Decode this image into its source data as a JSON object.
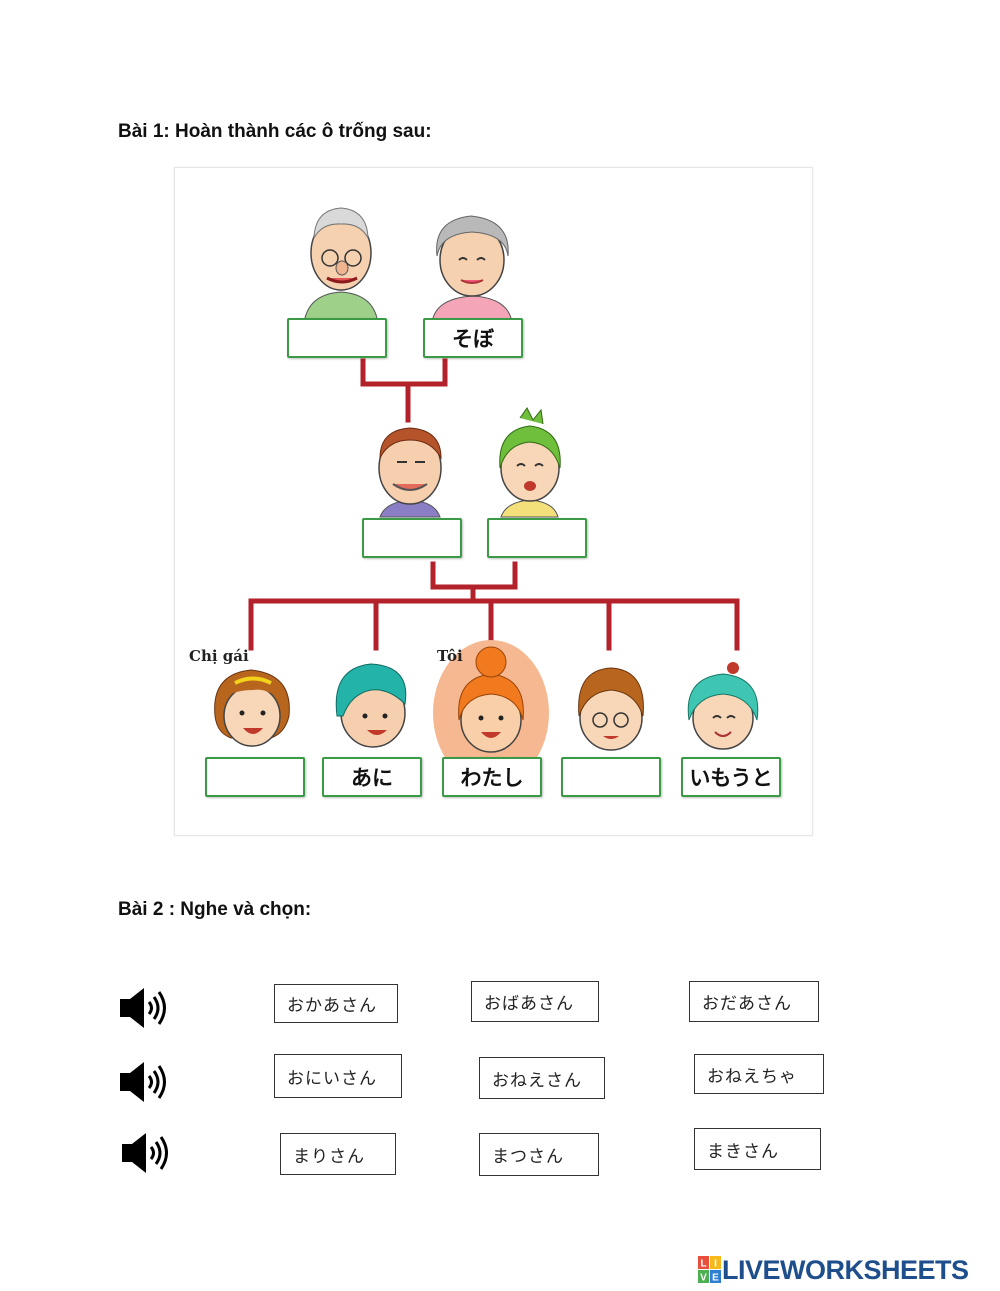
{
  "exercise1": {
    "title": "Bài 1: Hoàn thành các ô trống sau:",
    "labels": {
      "sister": "Chị gái",
      "me": "Tôi"
    },
    "boxes": {
      "grandfather": "",
      "grandmother": "そぼ",
      "father": "",
      "mother": "",
      "older_sister": "",
      "older_brother": "あに",
      "me": "わたし",
      "younger_brother": "",
      "younger_sister": "いもうと"
    },
    "colors": {
      "tree_line": "#b3212a",
      "box_border": "#3a9a45",
      "highlight": "#f5b890"
    }
  },
  "exercise2": {
    "title": "Bài 2 : Nghe và chọn:",
    "rows": [
      {
        "audio_icon": "speaker-icon",
        "options": [
          "おかあさん",
          "おばあさん",
          "おだあさん"
        ]
      },
      {
        "audio_icon": "speaker-icon",
        "options": [
          "おにいさん",
          "おねえさん",
          "おねえちゃ"
        ]
      },
      {
        "audio_icon": "speaker-icon",
        "options": [
          "まりさん",
          "まつさん",
          "まきさん"
        ]
      }
    ]
  },
  "footer": {
    "brand": "LIVEWORKSHEETS",
    "brand_letters": [
      "L",
      "I",
      "V",
      "E"
    ],
    "brand_letter_colors": [
      "#e94e3c",
      "#f6b91c",
      "#4caf50",
      "#2e7fd1"
    ]
  }
}
